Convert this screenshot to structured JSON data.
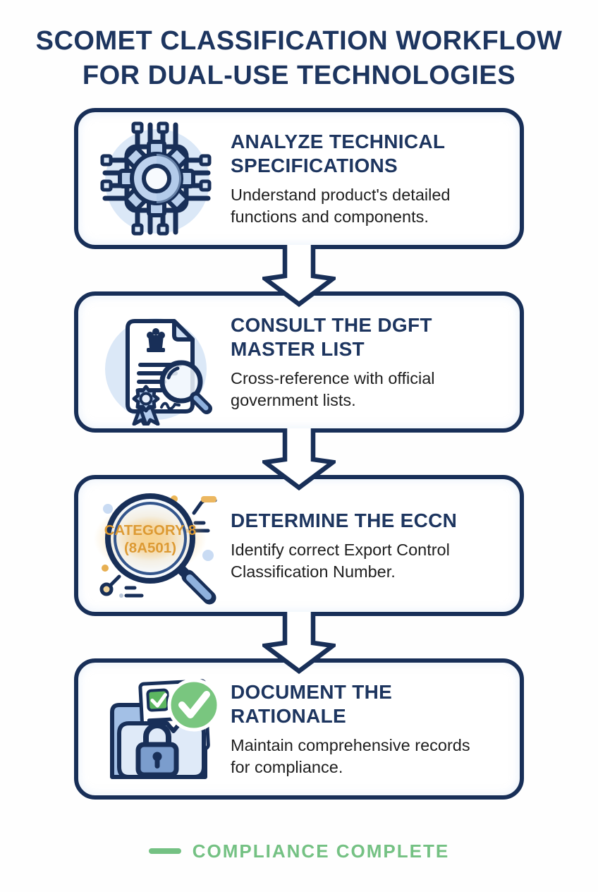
{
  "page": {
    "title": "SCOMET CLASSIFICATION WORKFLOW\nFOR DUAL-USE TECHNOLOGIES"
  },
  "steps": [
    {
      "heading": "ANALYZE TECHNICAL\nSPECIFICATIONS",
      "description": "Understand product's detailed\nfunctions and components.",
      "icon": "chip-gear-icon"
    },
    {
      "heading": "CONSULT THE DGFT\nMASTER LIST",
      "description": "Cross-reference with official\ngovernment lists.",
      "icon": "document-seal-magnifier-icon"
    },
    {
      "heading": "DETERMINE THE ECCN",
      "description": "Identify correct Export Control\nClassification Number.",
      "icon": "magnifier-category-icon",
      "badge_lines": [
        "CATEGORY 8",
        "(8A501)"
      ]
    },
    {
      "heading": "DOCUMENT THE\nRATIONALE",
      "description": "Maintain comprehensive records\nfor compliance.",
      "icon": "folder-lock-check-icon"
    }
  ],
  "footer": {
    "label": "COMPLIANCE COMPLETE"
  },
  "colors": {
    "navy": "#182f58",
    "light_blue": "#dbe8f7",
    "mid_blue": "#b9cfec",
    "green": "#77c67e",
    "orange_badge_text": "#dd9a33"
  }
}
